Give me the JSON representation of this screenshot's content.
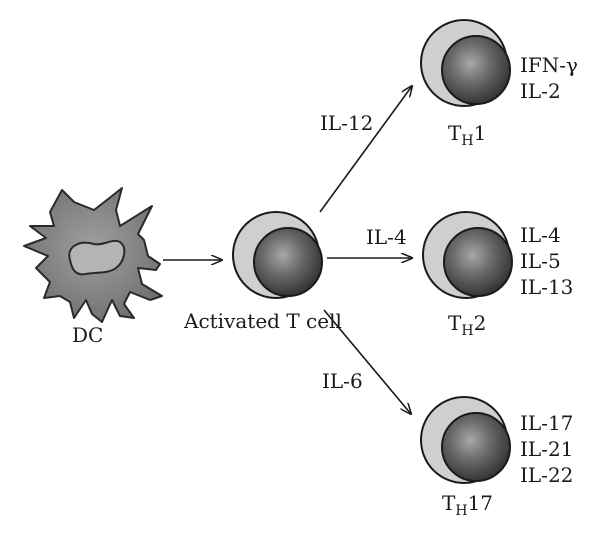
{
  "labels": {
    "dc": "DC",
    "activated": "Activated T cell"
  },
  "arrows": {
    "il12": "IL-12",
    "il4": "IL-4",
    "il6": "IL-6"
  },
  "th1": {
    "t": "T",
    "h": "H",
    "num": "1",
    "cytokines": [
      "IFN-γ",
      "IL-2"
    ]
  },
  "th2": {
    "t": "T",
    "h": "H",
    "num": "2",
    "cytokines": [
      "IL-4",
      "IL-5",
      "IL-13"
    ]
  },
  "th17": {
    "t": "T",
    "h": "H",
    "num": "17",
    "cytokines": [
      "IL-17",
      "IL-21",
      "IL-22"
    ]
  },
  "colors": {
    "outer": "#cfcfcf",
    "nucleus_light": "#9a9a9a",
    "nucleus_dark": "#3a3a3a",
    "dc_fill": "#8c8c8c",
    "dc_nucleus": "#b4b4b4"
  }
}
